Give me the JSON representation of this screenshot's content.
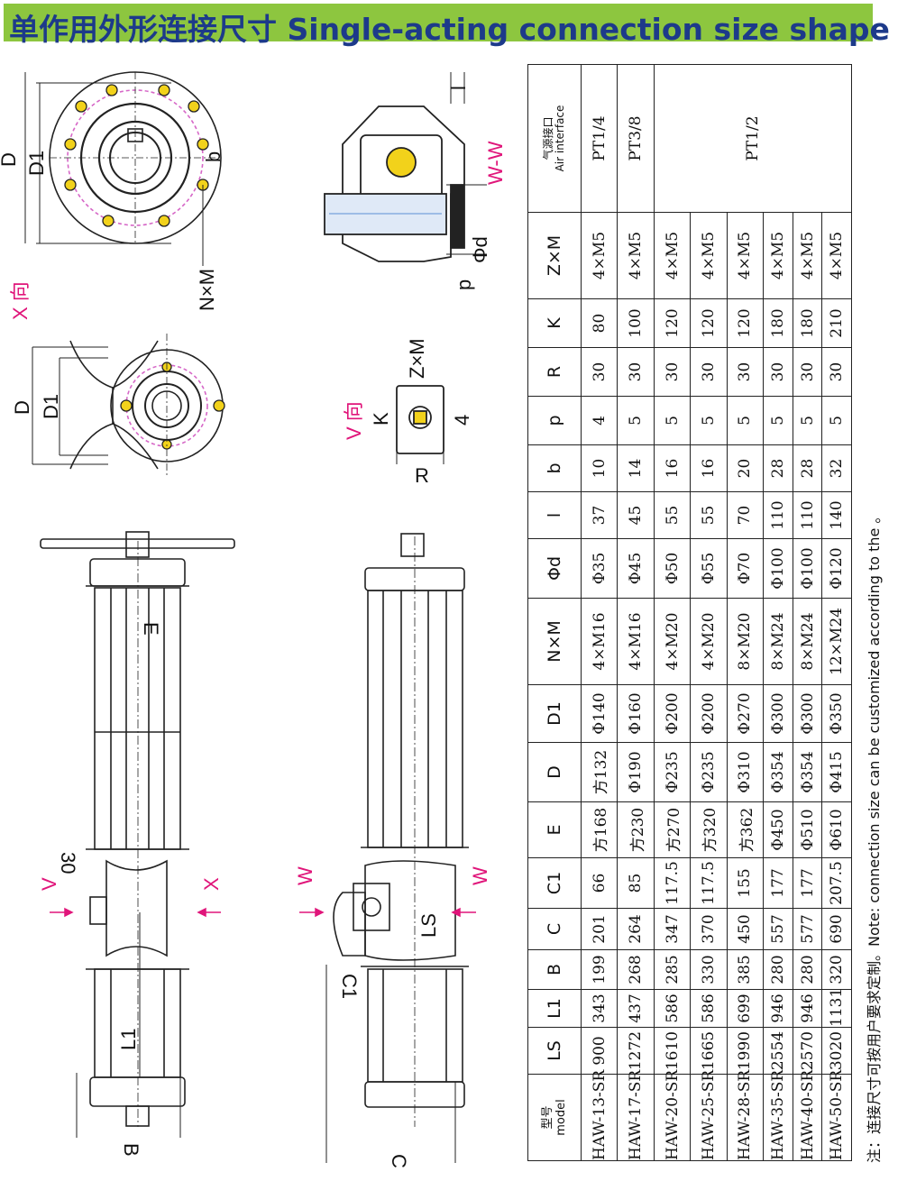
{
  "title": "单作用外形连接尺寸 Single-acting connection size shape",
  "colors": {
    "title_bg": "#8dc63f",
    "title_text": "#1d3a8a",
    "accent_pink": "#e0157a",
    "bolt_yellow": "#f2d21b"
  },
  "drawing_labels": {
    "D": "D",
    "D1": "D1",
    "b": "b",
    "NxM": "N×M",
    "X_dir": "X 向",
    "V_dir": "V 向",
    "WW": "W-W",
    "l": "l",
    "phid": "Φd",
    "p": "p",
    "ZxM": "Z×M",
    "K": "K",
    "four": "4",
    "R": "R",
    "E": "E",
    "L1": "L1",
    "B": "B",
    "V": "V",
    "X": "X",
    "thirty": "30",
    "W": "W",
    "LS": "LS",
    "C1": "C1",
    "C": "C"
  },
  "table": {
    "headers": {
      "model_cn": "型号",
      "model_en": "model",
      "LS": "LS",
      "L1": "L1",
      "B": "B",
      "C": "C",
      "C1": "C1",
      "E": "E",
      "D": "D",
      "D1": "D1",
      "NxM": "N×M",
      "phid": "Φd",
      "l": "l",
      "b": "b",
      "p": "p",
      "R": "R",
      "K": "K",
      "ZxM": "Z×M",
      "air_cn": "气源接口",
      "air_en": "Air interface"
    },
    "rows": [
      {
        "model": "HAW-13-SR",
        "LS": "900",
        "L1": "343",
        "B": "199",
        "C": "201",
        "C1": "66",
        "E": "方168",
        "D": "方132",
        "D1": "Φ140",
        "NxM": "4×M16",
        "phid": "Φ35",
        "l": "37",
        "b": "10",
        "p": "4",
        "R": "30",
        "K": "80",
        "ZxM": "4×M5"
      },
      {
        "model": "HAW-17-SR",
        "LS": "1272",
        "L1": "437",
        "B": "268",
        "C": "264",
        "C1": "85",
        "E": "方230",
        "D": "Φ190",
        "D1": "Φ160",
        "NxM": "4×M16",
        "phid": "Φ45",
        "l": "45",
        "b": "14",
        "p": "5",
        "R": "30",
        "K": "100",
        "ZxM": "4×M5"
      },
      {
        "model": "HAW-20-SR",
        "LS": "1610",
        "L1": "586",
        "B": "285",
        "C": "347",
        "C1": "117.5",
        "E": "方270",
        "D": "Φ235",
        "D1": "Φ200",
        "NxM": "4×M20",
        "phid": "Φ50",
        "l": "55",
        "b": "16",
        "p": "5",
        "R": "30",
        "K": "120",
        "ZxM": "4×M5"
      },
      {
        "model": "HAW-25-SR",
        "LS": "1665",
        "L1": "586",
        "B": "330",
        "C": "370",
        "C1": "117.5",
        "E": "方320",
        "D": "Φ235",
        "D1": "Φ200",
        "NxM": "4×M20",
        "phid": "Φ55",
        "l": "55",
        "b": "16",
        "p": "5",
        "R": "30",
        "K": "120",
        "ZxM": "4×M5"
      },
      {
        "model": "HAW-28-SR",
        "LS": "1990",
        "L1": "699",
        "B": "385",
        "C": "450",
        "C1": "155",
        "E": "方362",
        "D": "Φ310",
        "D1": "Φ270",
        "NxM": "8×M20",
        "phid": "Φ70",
        "l": "70",
        "b": "20",
        "p": "5",
        "R": "30",
        "K": "120",
        "ZxM": "4×M5"
      },
      {
        "model": "HAW-35-SR",
        "LS": "2554",
        "L1": "946",
        "B": "280",
        "C": "557",
        "C1": "177",
        "E": "Φ450",
        "D": "Φ354",
        "D1": "Φ300",
        "NxM": "8×M24",
        "phid": "Φ100",
        "l": "110",
        "b": "28",
        "p": "5",
        "R": "30",
        "K": "180",
        "ZxM": "4×M5"
      },
      {
        "model": "HAW-40-SR",
        "LS": "2570",
        "L1": "946",
        "B": "280",
        "C": "577",
        "C1": "177",
        "E": "Φ510",
        "D": "Φ354",
        "D1": "Φ300",
        "NxM": "8×M24",
        "phid": "Φ100",
        "l": "110",
        "b": "28",
        "p": "5",
        "R": "30",
        "K": "180",
        "ZxM": "4×M5"
      },
      {
        "model": "HAW-50-SR",
        "LS": "3020",
        "L1": "1131",
        "B": "320",
        "C": "690",
        "C1": "207.5",
        "E": "Φ610",
        "D": "Φ415",
        "D1": "Φ350",
        "NxM": "12×M24",
        "phid": "Φ120",
        "l": "140",
        "b": "32",
        "p": "5",
        "R": "30",
        "K": "210",
        "ZxM": "4×M5"
      }
    ],
    "air": [
      "PT1/4",
      "PT3/8",
      "PT1/2"
    ]
  },
  "note": "注：连接尺寸可按用户要求定制。Note: connection size can be customized according to the 。"
}
